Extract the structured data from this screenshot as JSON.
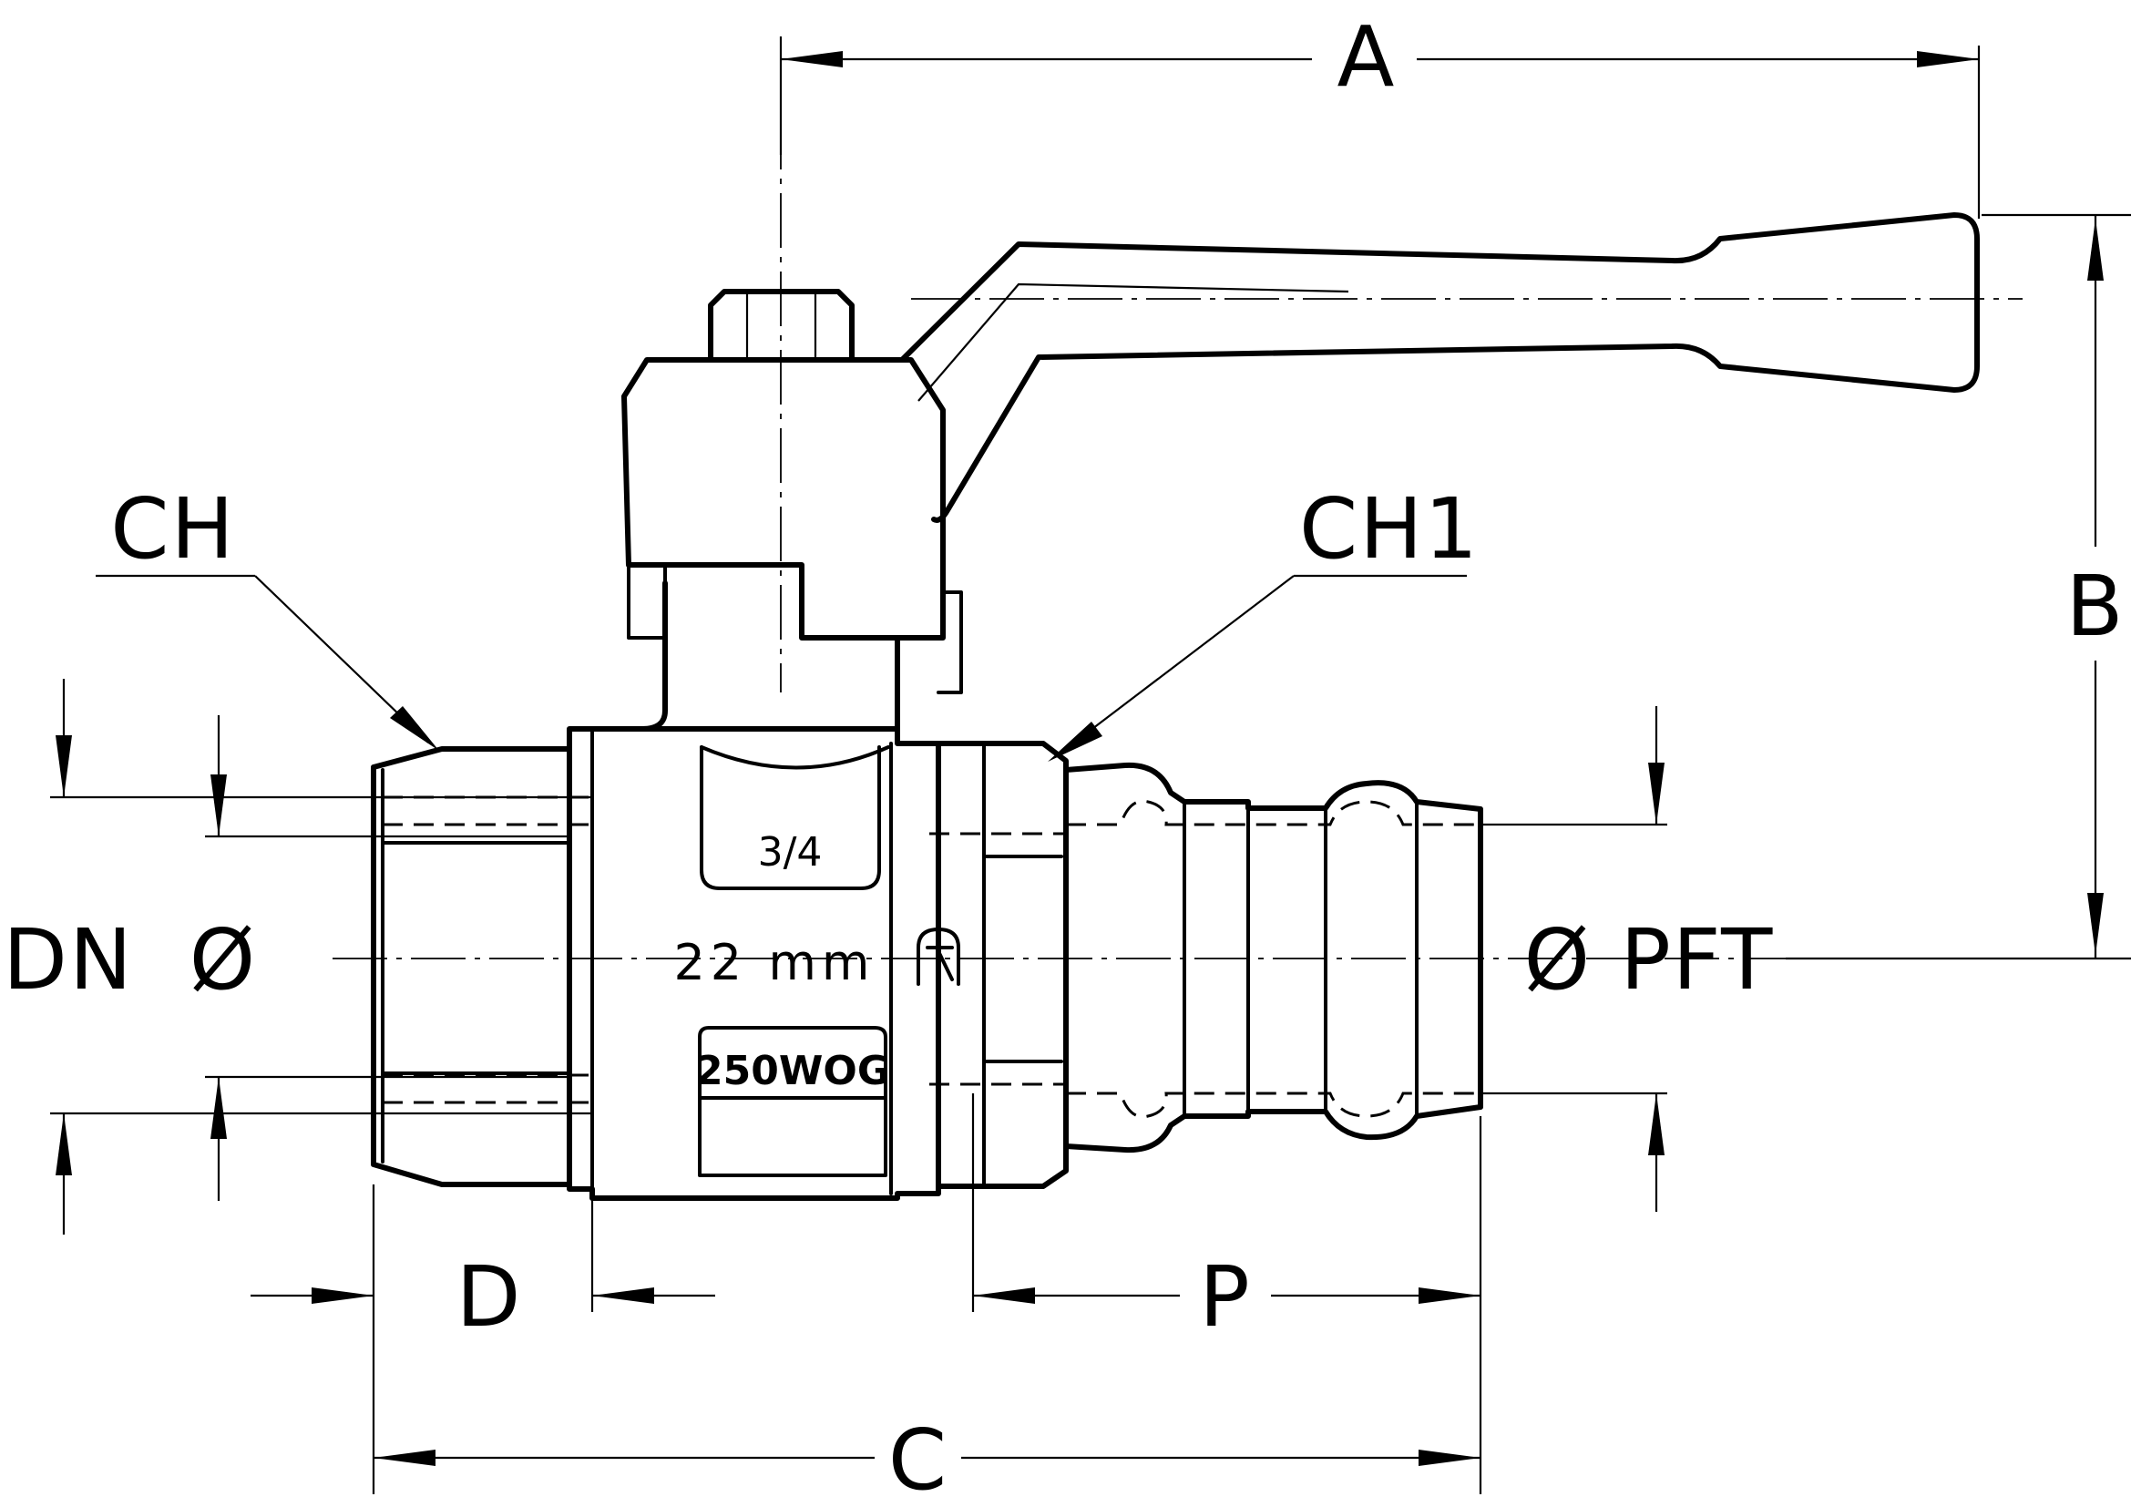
{
  "dimensions": {
    "A": "A",
    "B": "B",
    "C": "C",
    "D": "D",
    "P": "P",
    "CH": "CH",
    "CH1": "CH1",
    "DN": "DN",
    "dia_left": "Ø",
    "dia_pft": "Ø PFT"
  },
  "body_markings": {
    "size": "3/4",
    "diameter": "22 mm",
    "rating": "250WOG"
  }
}
